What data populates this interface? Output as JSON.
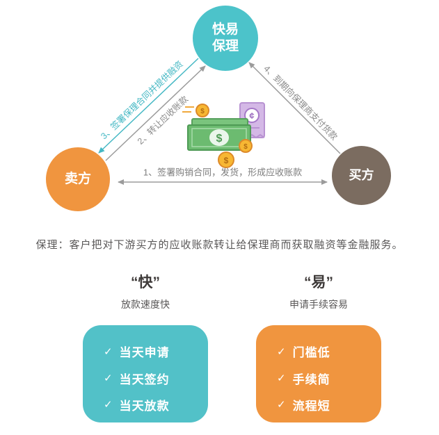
{
  "diagram": {
    "nodes": {
      "factor": {
        "line1": "快易",
        "line2": "保理"
      },
      "seller": {
        "label": "卖方"
      },
      "buyer": {
        "label": "买方"
      }
    },
    "steps": {
      "step1": "1、签署购销合同，发货，形成应收账款",
      "step2": "2、转让应收账款",
      "step3": "3、签署保理合同并提供融资",
      "step4": "4、到期向保理商支付货款"
    },
    "illustration": {
      "money_symbol": "$",
      "receipt_symbol": "¢"
    }
  },
  "caption": "保理：客户把对下游买方的应收账款转让给保理商而获取融资等金融服务。",
  "features": [
    {
      "title": "“快”",
      "subtitle": "放款速度快",
      "items": [
        "当天申请",
        "当天签约",
        "当天放款"
      ]
    },
    {
      "title": "“易”",
      "subtitle": "申请手续容易",
      "items": [
        "门槛低",
        "手续简",
        "流程短"
      ]
    }
  ],
  "icons": {
    "check": "✓"
  },
  "colors": {
    "teal": "#52c1c8",
    "orange": "#f0953f",
    "brown": "#7b6c60",
    "arrow_gray": "#9b9b9b",
    "step3_teal": "#45b8c4",
    "text_dark": "#3e3a39",
    "text_gray": "#595757",
    "money_green": "#6cbb70",
    "coin_gold": "#f7b733",
    "receipt_purple": "#d4b8e6"
  }
}
